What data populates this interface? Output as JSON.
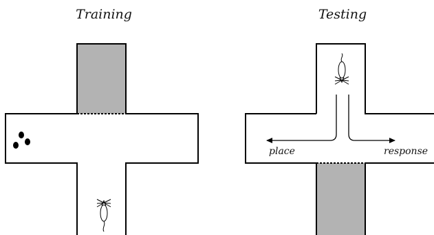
{
  "panels": [
    {
      "title": "Training"
    },
    {
      "title": "Testing"
    }
  ],
  "testing_labels": {
    "left_arrow": "place",
    "right_arrow": "response"
  },
  "colors": {
    "outline": "#000000",
    "blocked_arm": "#b3b3b3",
    "background": "#ffffff"
  }
}
